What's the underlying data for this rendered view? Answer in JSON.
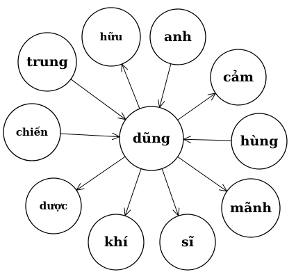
{
  "center": {
    "id": "dung",
    "label": "dũng"
  },
  "nodes": [
    {
      "id": "huu",
      "label": "hữu"
    },
    {
      "id": "anh",
      "label": "anh"
    },
    {
      "id": "trung",
      "label": "trung"
    },
    {
      "id": "cam",
      "label": "cảm"
    },
    {
      "id": "chien",
      "label": "chiến"
    },
    {
      "id": "hung",
      "label": "hùng"
    },
    {
      "id": "duoc",
      "label": "dược"
    },
    {
      "id": "manh",
      "label": "mãnh"
    },
    {
      "id": "khi",
      "label": "khí"
    },
    {
      "id": "si",
      "label": "sĩ"
    }
  ],
  "edges": [
    {
      "from": "dung",
      "to": "huu"
    },
    {
      "from": "anh",
      "to": "dung"
    },
    {
      "from": "trung",
      "to": "dung"
    },
    {
      "from": "dung",
      "to": "cam"
    },
    {
      "from": "chien",
      "to": "dung"
    },
    {
      "from": "hung",
      "to": "dung"
    },
    {
      "from": "dung",
      "to": "duoc"
    },
    {
      "from": "dung",
      "to": "manh"
    },
    {
      "from": "dung",
      "to": "khi"
    },
    {
      "from": "dung",
      "to": "si"
    }
  ]
}
